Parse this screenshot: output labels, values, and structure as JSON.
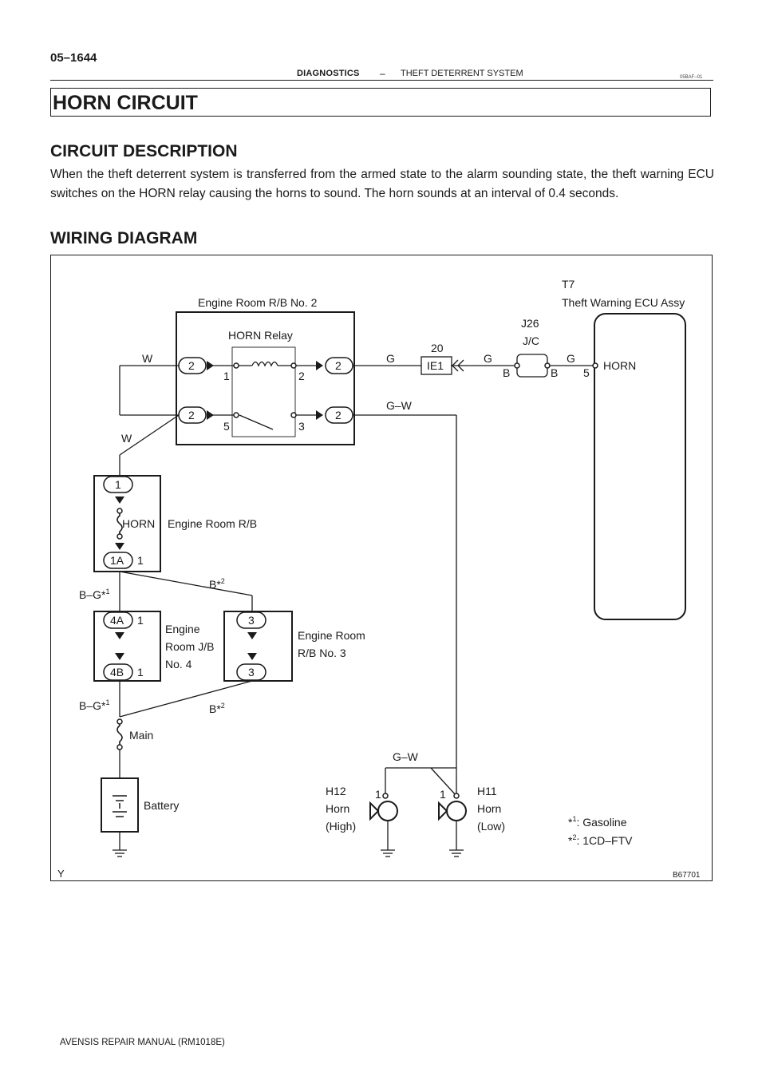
{
  "header": {
    "page_number": "05–1644",
    "section": "DIAGNOSTICS",
    "separator": "–",
    "topic": "THEFT DETERRENT SYSTEM",
    "code": "05BAF–01"
  },
  "title": "HORN CIRCUIT",
  "circuit_description": {
    "heading": "CIRCUIT DESCRIPTION",
    "text": "When the theft deterrent system is transferred from the armed state to the alarm sounding state, the theft warning ECU switches on the HORN relay causing the horns to sound. The horn sounds at an interval of 0.4 seconds."
  },
  "wiring_diagram": {
    "heading": "WIRING DIAGRAM",
    "labels": {
      "rb2": "Engine Room R/B No. 2",
      "relay": "HORN Relay",
      "ecu_code": "T7",
      "ecu_name": "Theft Warning ECU Assy",
      "jc_code": "J26",
      "jc_name": "J/C",
      "ecu_term_name": "HORN",
      "ecu_term_num": "5",
      "conn_ie1": "IE1",
      "conn_ie1_pin": "20",
      "fuse_horn": "HORN",
      "rb_label": "Engine Room R/B",
      "jb4_l1": "Engine",
      "jb4_l2": "Room J/B",
      "jb4_l3": "No. 4",
      "rb3_l1": "Engine Room",
      "rb3_l2": "R/B No. 3",
      "main": "Main",
      "battery": "Battery",
      "h12_code": "H12",
      "h12_l1": "Horn",
      "h12_l2": "(High)",
      "h11_code": "H11",
      "h11_l1": "Horn",
      "h11_l2": "(Low)",
      "fn1_label": ": Gasoline",
      "fn2_label": ": 1CD–FTV",
      "corner_y": "Y",
      "fig_code": "B67701"
    },
    "wires": {
      "w_top": "W",
      "w_mid": "W",
      "g1": "G",
      "g2": "G",
      "g3": "G",
      "b1": "B",
      "b2": "B",
      "gw1": "G–W",
      "gw2": "G–W",
      "bg": "B–G*",
      "b_star": "B*",
      "sup1": "1",
      "sup2": "2"
    },
    "pins": {
      "r_left_top": "2",
      "r_left_bot": "2",
      "r_right_top": "2",
      "r_right_bot": "2",
      "relay_1": "1",
      "relay_2": "2",
      "relay_3": "3",
      "relay_5": "5",
      "rb_top": "1",
      "rb_bot": "1A",
      "rb_bot_num": "1",
      "jb4_top": "4A",
      "jb4_top_num": "1",
      "jb4_bot": "4B",
      "jb4_bot_num": "1",
      "rb3_top": "3",
      "rb3_bot": "3",
      "h12_pin": "1",
      "h11_pin": "1"
    }
  },
  "footer": "AVENSIS REPAIR MANUAL   (RM1018E)"
}
